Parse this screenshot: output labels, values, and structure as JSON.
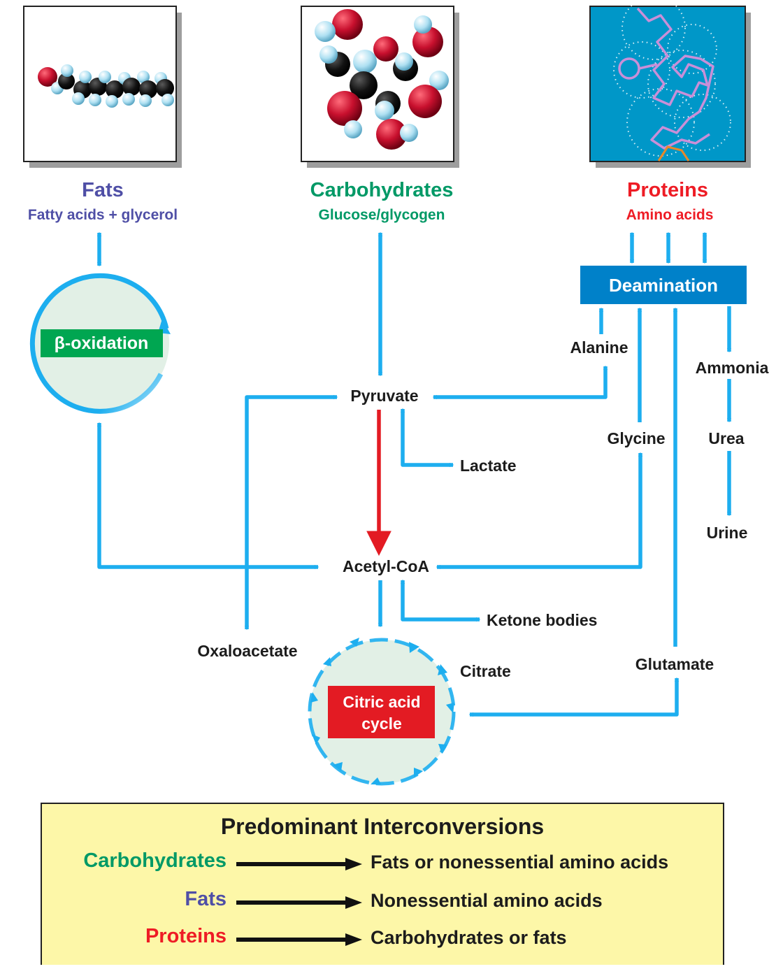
{
  "colors": {
    "fats": "#4f4fa6",
    "carbohydrates": "#009966",
    "proteins": "#ee1c25",
    "flow_arrow": "#1daeef",
    "main_arrow": "#e31b23",
    "legend_bg": "#fdf7a8",
    "beta_box": "#00a651",
    "deamination_box": "#0081c9",
    "citric_box": "#e31b23"
  },
  "sources": {
    "fats": {
      "title": "Fats",
      "subtitle": "Fatty acids + glycerol",
      "icon": "fat-molecule-icon"
    },
    "carbohydrates": {
      "title": "Carbohydrates",
      "subtitle": "Glucose/glycogen",
      "icon": "glucose-molecule-icon"
    },
    "proteins": {
      "title": "Proteins",
      "subtitle": "Amino acids",
      "icon": "protein-chain-icon"
    }
  },
  "processes": {
    "beta_oxidation": "β-oxidation",
    "deamination": "Deamination",
    "citric_acid_cycle": [
      "Citric acid",
      "cycle"
    ]
  },
  "metabolites": {
    "pyruvate": "Pyruvate",
    "lactate": "Lactate",
    "acetyl_coa": "Acetyl-CoA",
    "ketone_bodies": "Ketone bodies",
    "oxaloacetate": "Oxaloacetate",
    "citrate": "Citrate",
    "alanine": "Alanine",
    "glycine": "Glycine",
    "glutamate": "Glutamate",
    "ammonia": "Ammonia",
    "urea": "Urea",
    "urine": "Urine"
  },
  "legend": {
    "title": "Predominant Interconversions",
    "rows": [
      {
        "source": "Carbohydrates",
        "target": "Fats or nonessential amino acids"
      },
      {
        "source": "Fats",
        "target": "Nonessential amino acids"
      },
      {
        "source": "Proteins",
        "target": "Carbohydrates or fats"
      }
    ]
  }
}
